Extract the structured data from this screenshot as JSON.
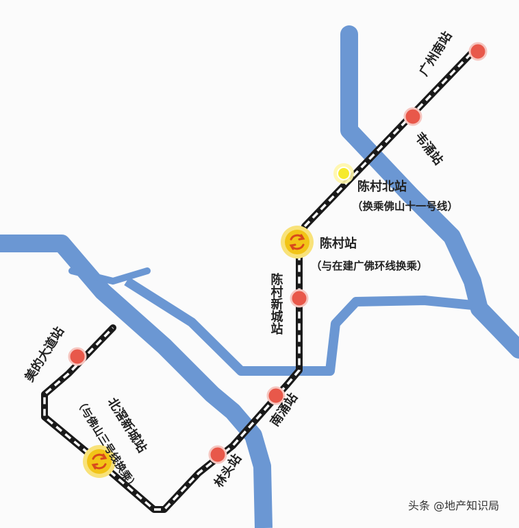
{
  "colors": {
    "background": "#fbfbfb",
    "river": "#6b97d3",
    "track_outer": "#1a1a1a",
    "track_dash": "#ffffff",
    "station_red": "#e8584a",
    "station_ring": "#f6c6c0",
    "interchange_yellow": "#f2c417",
    "interchange_ring": "#f8e27a",
    "interchange_icon": "#d84a1c",
    "highlight_yellow": "#f6ea2c"
  },
  "stations": {
    "guangzhou_south": {
      "name": "广州南站"
    },
    "weiyong": {
      "name": "韦涌站"
    },
    "chencun_north": {
      "name": "陈村北站",
      "note": "（换乘佛山十一号线）"
    },
    "chencun": {
      "name": "陈村站",
      "note": "（与在建广佛环线换乘）"
    },
    "chencun_new_city": {
      "name": "陈村新城站"
    },
    "nanyong": {
      "name": "南涌站"
    },
    "lintou": {
      "name": "林头站"
    },
    "beijiao_new_city": {
      "name": "北滘新城站",
      "note": "（与佛山三号线换乘）"
    },
    "midea_avenue": {
      "name": "美的大道站"
    }
  },
  "icons": {
    "interchange": "interchange-arrows-icon",
    "station": "station-dot-icon"
  },
  "watermark": "头条 @地产知识局"
}
